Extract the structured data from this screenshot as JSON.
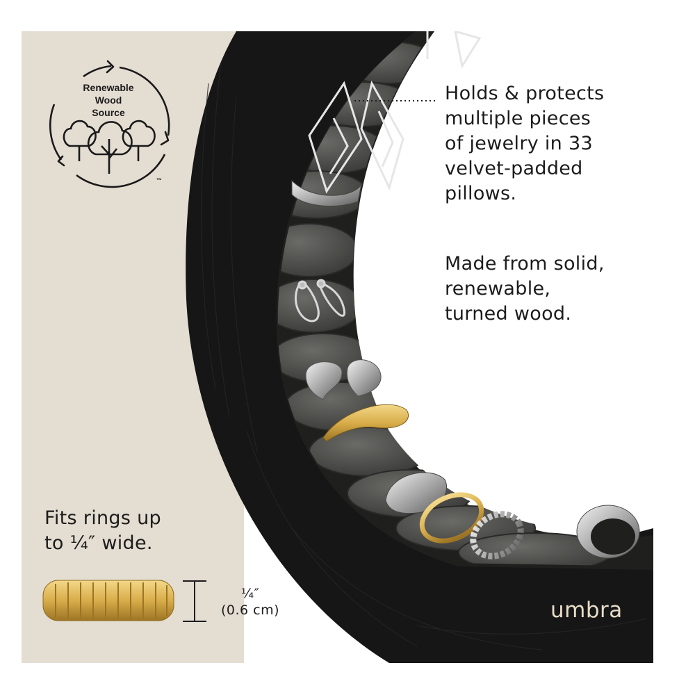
{
  "badge": {
    "line1": "Renewable",
    "line2": "Wood",
    "line3": "Source",
    "trademark": "™"
  },
  "features": {
    "holds": "Holds & protects\nmultiple pieces\nof jewelry in 33\nvelvet-padded\npillows.",
    "made": "Made from solid,\nrenewable,\nturned wood."
  },
  "ring_fit": {
    "text": "Fits rings up\nto ¼″ wide.",
    "measure_fraction": "¼″",
    "measure_metric": "(0.6 cm)"
  },
  "brand": "umbra",
  "colors": {
    "background_panel": "#e4ddd2",
    "wood": "#161616",
    "velvet": "#4e4e4c",
    "brand_text": "#e7dcc8",
    "gold": "#d8ad4a",
    "silver": "#c9c9c9"
  }
}
